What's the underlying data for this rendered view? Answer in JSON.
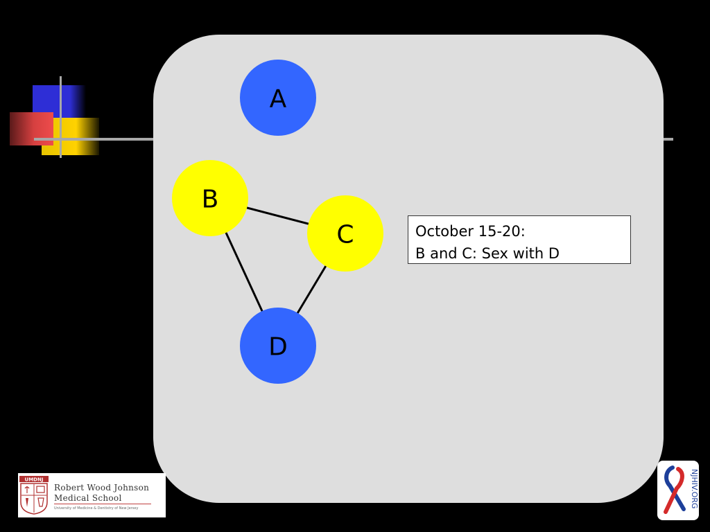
{
  "nodes": [
    {
      "id": "A",
      "label": "A",
      "color": "#3366ff"
    },
    {
      "id": "B",
      "label": "B",
      "color": "#ffff00"
    },
    {
      "id": "C",
      "label": "C",
      "color": "#ffff00"
    },
    {
      "id": "D",
      "label": "D",
      "color": "#3366ff"
    }
  ],
  "edges": [
    {
      "from": "B",
      "to": "C"
    },
    {
      "from": "B",
      "to": "D"
    },
    {
      "from": "C",
      "to": "D"
    }
  ],
  "note": {
    "line1": "October 15-20:",
    "line2": "B and C: Sex with D"
  },
  "logos": {
    "rwj": {
      "crest_text": "UMDNJ",
      "name_line1": "Robert Wood Johnson",
      "name_line2": "Medical School",
      "subtitle": "University of Medicine & Dentistry of New Jersey"
    },
    "njhiv": {
      "text": "NJHIV.ORG"
    }
  },
  "colors": {
    "background": "#000000",
    "panel": "#dedede",
    "blue_node": "#3366ff",
    "yellow_node": "#ffff00"
  }
}
